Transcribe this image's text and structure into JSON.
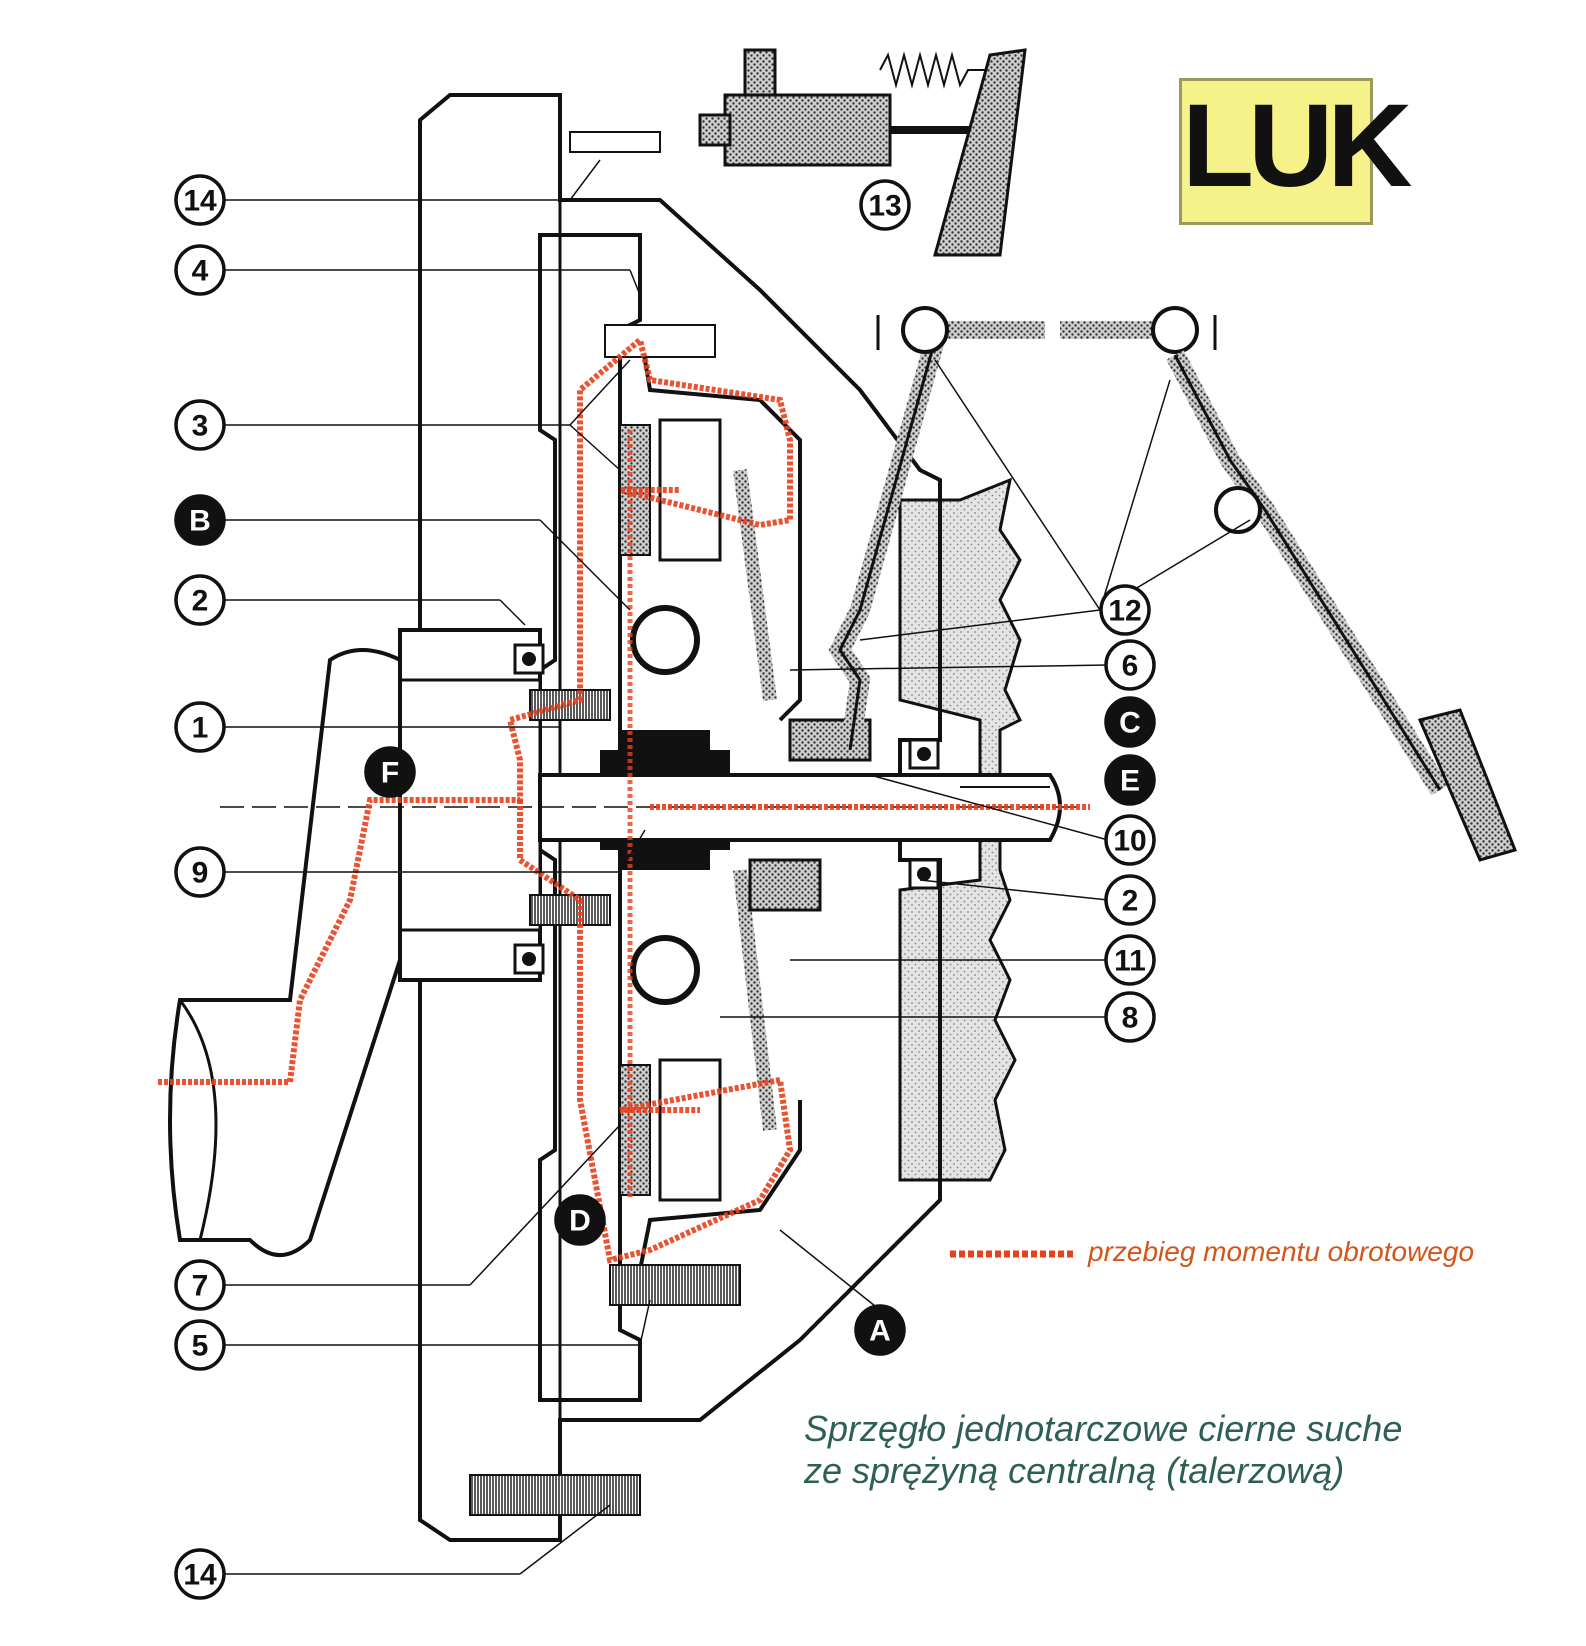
{
  "logo": {
    "text": "LUK",
    "background_color": "#f5f289"
  },
  "legend": {
    "label": "przebieg momentu obrotowego",
    "line_color": "#e8401c"
  },
  "caption": {
    "line1": "Sprzęgło jednotarczowe cierne suche",
    "line2": "ze sprężyną centralną (talerzową)"
  },
  "colors": {
    "outline": "#111111",
    "torque_path": "#e8401c",
    "hatched_fill": "#9a9a9a",
    "caption": "#2e5f55"
  },
  "callouts": [
    {
      "id": "14-top",
      "label": "14",
      "style": "light"
    },
    {
      "id": "4",
      "label": "4",
      "style": "light"
    },
    {
      "id": "3",
      "label": "3",
      "style": "light"
    },
    {
      "id": "B",
      "label": "B",
      "style": "dark"
    },
    {
      "id": "2-left",
      "label": "2",
      "style": "light"
    },
    {
      "id": "1",
      "label": "1",
      "style": "light"
    },
    {
      "id": "F",
      "label": "F",
      "style": "dark"
    },
    {
      "id": "9",
      "label": "9",
      "style": "light"
    },
    {
      "id": "D",
      "label": "D",
      "style": "dark"
    },
    {
      "id": "7",
      "label": "7",
      "style": "light"
    },
    {
      "id": "5",
      "label": "5",
      "style": "light"
    },
    {
      "id": "14-bottom",
      "label": "14",
      "style": "light"
    },
    {
      "id": "13",
      "label": "13",
      "style": "light"
    },
    {
      "id": "12",
      "label": "12",
      "style": "light"
    },
    {
      "id": "6",
      "label": "6",
      "style": "light"
    },
    {
      "id": "C",
      "label": "C",
      "style": "dark"
    },
    {
      "id": "E",
      "label": "E",
      "style": "dark"
    },
    {
      "id": "10",
      "label": "10",
      "style": "light"
    },
    {
      "id": "2-right",
      "label": "2",
      "style": "light"
    },
    {
      "id": "11",
      "label": "11",
      "style": "light"
    },
    {
      "id": "8",
      "label": "8",
      "style": "light"
    },
    {
      "id": "A",
      "label": "A",
      "style": "dark"
    }
  ]
}
